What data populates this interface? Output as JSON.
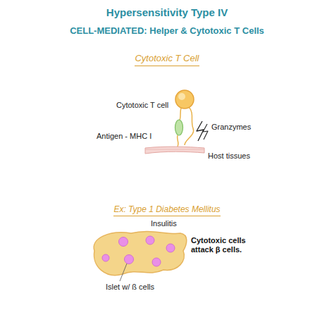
{
  "diagram": {
    "title": "Hypersensitivity Type IV",
    "labels": [
      "CELL-MEDIATED: Helper & Cytotoxic T Cells",
      "Cytotoxic T Cell",
      "Cytotoxic T cell",
      "Granzymes",
      "Antigen - MHC I",
      "Host tissues",
      "Ex: Type 1 Diabetes Mellitus",
      "Insulitis",
      "Cytotoxic cells attack β cells.",
      "Islet w/ ß cells"
    ]
  }
}
